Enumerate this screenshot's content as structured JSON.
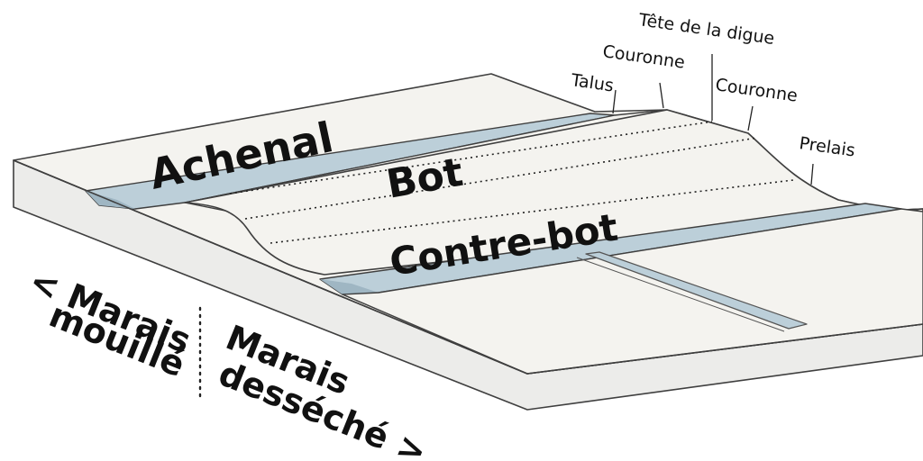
{
  "colors": {
    "water": "#bccfd9",
    "water_shadow": "#9fb6c3",
    "ground": "#f4f3ef",
    "ground_side": "#ececea",
    "outline": "#3f3f3f",
    "text": "#111111"
  },
  "regions": {
    "achenal": "Achenal",
    "bot": "Bot",
    "contre_bot": "Contre-bot"
  },
  "annotations": {
    "talus": "Talus",
    "couronne_left": "Couronne",
    "tete_de_la_digue": "Tête de la digue",
    "couronne_right": "Couronne",
    "prelais": "Prelais"
  },
  "zones": {
    "marais_mouille_line1": "< Marais",
    "marais_mouille_line2": "mouillé",
    "marais_desseche_line1": "Marais",
    "marais_desseche_line2": "desséché >"
  }
}
